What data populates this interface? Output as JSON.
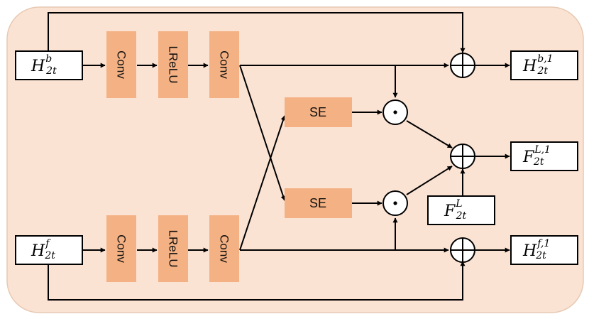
{
  "colors": {
    "panel": "#fbe3d4",
    "block": "#f4b183",
    "line": "#000000",
    "io_fill": "#ffffff"
  },
  "blocks": {
    "conv_top_1": "Conv",
    "lrelu_top": "LReLU",
    "conv_top_2": "Conv",
    "conv_bot_1": "Conv",
    "lrelu_bot": "LReLU",
    "conv_bot_2": "Conv",
    "se_top": "SE",
    "se_bot": "SE"
  },
  "inputs": {
    "hb": {
      "base": "H",
      "sup": "b",
      "sub": "2t"
    },
    "hf": {
      "base": "H",
      "sup": "f",
      "sub": "2t"
    },
    "fl": {
      "base": "F",
      "sup": "L",
      "sub": "2t"
    }
  },
  "outputs": {
    "hb1": {
      "base": "H",
      "sup": "b,1",
      "sub": "2t"
    },
    "fl1": {
      "base": "F",
      "sup": "L,1",
      "sub": "2t"
    },
    "hf1": {
      "base": "H",
      "sup": "f,1",
      "sub": "2t"
    }
  },
  "operators": {
    "add": "element-wise-sum",
    "mul": "element-wise-product"
  }
}
